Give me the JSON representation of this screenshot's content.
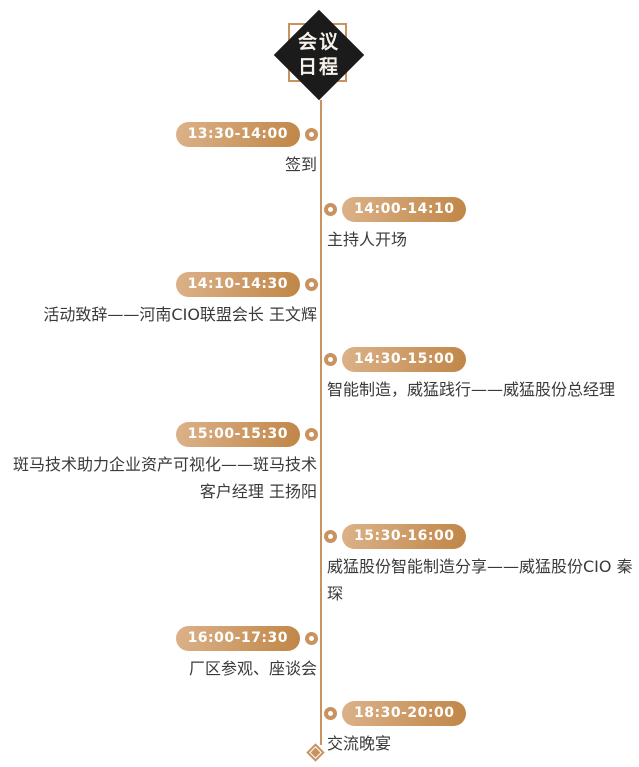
{
  "theme": {
    "accent_color": "#c9935f",
    "pill_gradient_start": "#dcb289",
    "pill_gradient_end": "#c08647",
    "diamond_background": "#1b1b1b",
    "title_text_color": "#f6f1ea",
    "description_text_color": "#3a3a3a",
    "pill_text_color": "#ffffff"
  },
  "header": {
    "title_line1": "会议",
    "title_line2": "日程"
  },
  "timeline": {
    "entries": [
      {
        "time": "13:30-14:00",
        "side": "left",
        "description": "签到"
      },
      {
        "time": "14:00-14:10",
        "side": "right",
        "description": "主持人开场"
      },
      {
        "time": "14:10-14:30",
        "side": "left",
        "description": "活动致辞——河南CIO联盟会长 王文辉"
      },
      {
        "time": "14:30-15:00",
        "side": "right",
        "description": "智能制造，威猛践行——威猛股份总经理"
      },
      {
        "time": "15:00-15:30",
        "side": "left",
        "description": "斑马技术助力企业资产可视化——斑马技术客户经理 王扬阳"
      },
      {
        "time": "15:30-16:00",
        "side": "right",
        "description": "威猛股份智能制造分享——威猛股份CIO 秦琛"
      },
      {
        "time": "16:00-17:30",
        "side": "left",
        "description": "厂区参观、座谈会"
      },
      {
        "time": "18:30-20:00",
        "side": "right",
        "description": "交流晚宴"
      }
    ]
  }
}
